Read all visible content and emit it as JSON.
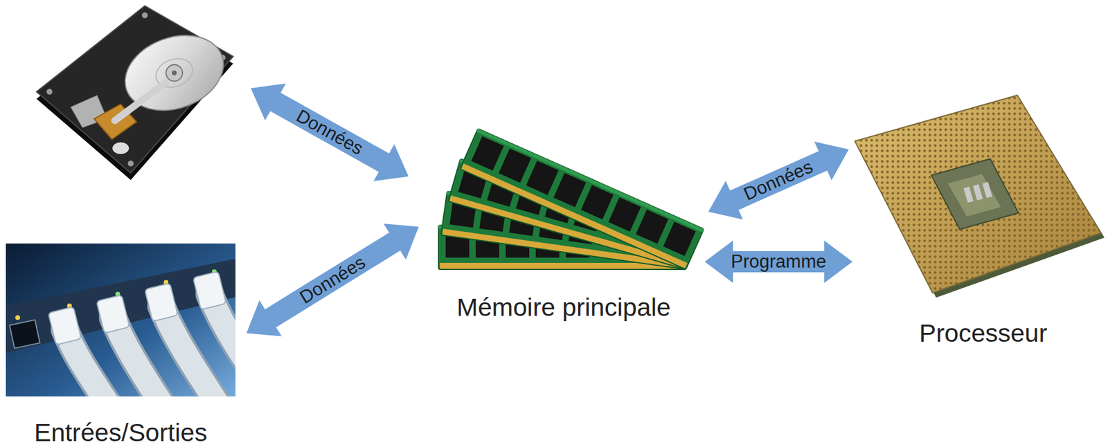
{
  "diagram": {
    "nodes": [
      {
        "text": [
          "Entrées/Sorties"
        ]
      },
      {
        "text": [
          "Mémoire principale"
        ]
      },
      {
        "text": [
          "Processeur"
        ]
      }
    ],
    "edges": [
      {
        "from": 0,
        "to": 1,
        "arrow": "both",
        "label": "Données"
      },
      {
        "from": 1,
        "to": 2,
        "arrow": "both",
        "label": "Données"
      },
      {
        "from": 1,
        "to": 2,
        "arrow": "both",
        "label": "Programme"
      }
    ],
    "labels": [
      "Données"
    ]
  }
}
